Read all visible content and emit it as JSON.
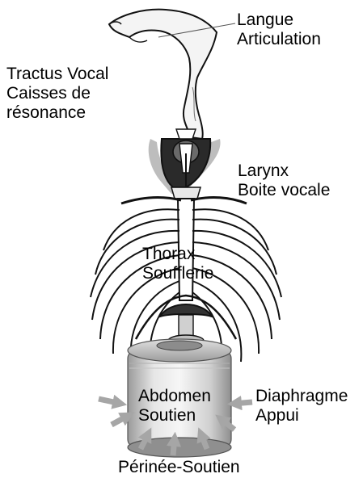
{
  "labels": {
    "tongue": [
      "Langue",
      "Articulation"
    ],
    "vocal_tract": [
      "Tractus Vocal",
      "Caisses de",
      "résonance"
    ],
    "larynx": [
      "Larynx",
      "Boite vocale"
    ],
    "thorax": [
      "Thorax",
      "Soufflerie"
    ],
    "abdomen": [
      "Abdomen",
      "Soutien"
    ],
    "diaphragm": [
      "Diaphragme",
      "Appui"
    ],
    "perineum": "Périnée-Soutien"
  },
  "colors": {
    "outline": "#111111",
    "tract_fill": "#f4f4f4",
    "larynx_shadow": "#b8b8b8",
    "canister_light": "#f2f2f2",
    "canister_dark": "#a9a9a9",
    "arrow": "#a6a6a6"
  }
}
